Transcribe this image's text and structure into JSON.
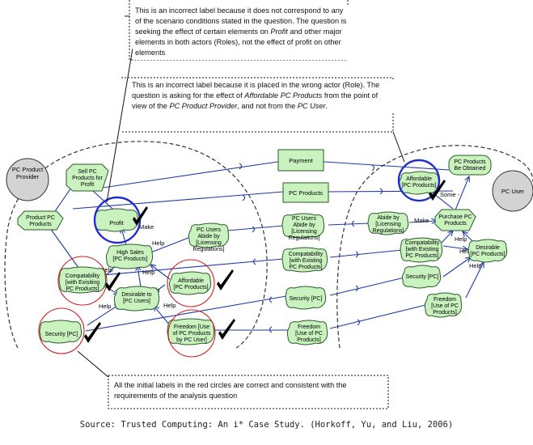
{
  "annotations": {
    "incorrect_profit": {
      "p1": "This is an incorrect label because it  does not correspond to any of the scenario conditions stated in the question. The question is seeking the effect of certain elements on ",
      "i1": "Profit",
      "p2": " and other major elements in both actors (Roles), not the effect of profit on other elements"
    },
    "incorrect_affordable": {
      "p1": "This is an incorrect label because it is placed in the wrong actor (Role). The question is asking for the effect of ",
      "i1": "Affordable PC Products",
      "p2": " from the point of view of the ",
      "i2": "PC Product Provider",
      "p3": ", and not from the ",
      "i3": "PC User",
      "p4": "."
    },
    "correct_initial": "All the initial labels in the red circles are correct and consistent with the requirements of the analysis question"
  },
  "actors": {
    "provider": "PC Product Provider",
    "user": "PC User"
  },
  "provider": {
    "sell_pc": "Sell PC Products for Profit",
    "product_pc": "Product PC Products",
    "profit": "Profit",
    "high_sales": "High Sales [PC Products]",
    "compat": "Compatability [with Exisiting PC Products]",
    "desirable": "Desirable to [PC Users]",
    "affordable": "Affordable [PC Products]",
    "security": "Security [PC]",
    "freedom": "Freedom [Use of PC Products by PC User]",
    "abide": "PC Users Abide by [Licensing Regulations]"
  },
  "dependums": {
    "payment": "Payment",
    "pc_products": "PC Products",
    "abide": "PC Users Abide by [Licensing Regulations]",
    "compat": "Compatability [with Existing PC Products]",
    "security": "Security [PC]",
    "freedom": "Freedom [Use of PC Products]"
  },
  "user": {
    "be_obtained": "PC Products Be Obtained",
    "affordable": "Affordable [PC Products]",
    "purchase": "Purchase PC Products",
    "abide": "Abide by [Licensing Regulations]",
    "compat": "Compatability [with Existing PC Products]",
    "desirable": "Desirable [PC Products]",
    "security": "Security [PC]",
    "freedom": "Freedom [Use of PC Products]"
  },
  "links": {
    "make": "Make",
    "help": "Help",
    "some_minus": "Some -"
  },
  "source": "Source: Trusted Computing: An i* Case Study. (Horkoff, Yu, and Liu, 2006)",
  "colors": {
    "softgoal_fill": "#c9f2bf",
    "goal_fill": "#c9f2bf",
    "actor_fill": "#d3d3d3",
    "link": "#1f3aa5",
    "correct_circle": "#cc1f1f",
    "wrong_circle": "#1f2fcf",
    "check": "#000000"
  },
  "icons": [
    "checkmark-icon",
    "dependency-d-icon",
    "help-arrow-icon"
  ]
}
